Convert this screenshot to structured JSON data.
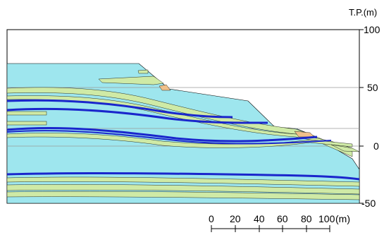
{
  "vertical_axis": {
    "title": "T.P.(m)",
    "ticks": [
      "100",
      "50",
      "0",
      "-50"
    ]
  },
  "scale_bar": {
    "ticks": [
      "0",
      "20",
      "40",
      "60",
      "80",
      "100"
    ],
    "unit": "(m)"
  },
  "colors": {
    "background_layer": "#9ee6ee",
    "sand_layer": "#cfeaa6",
    "clay_band": "#1a26cc",
    "outline": "#000000",
    "reference_line": "#9a9a9a",
    "orange_lens": "#f0c08a"
  }
}
